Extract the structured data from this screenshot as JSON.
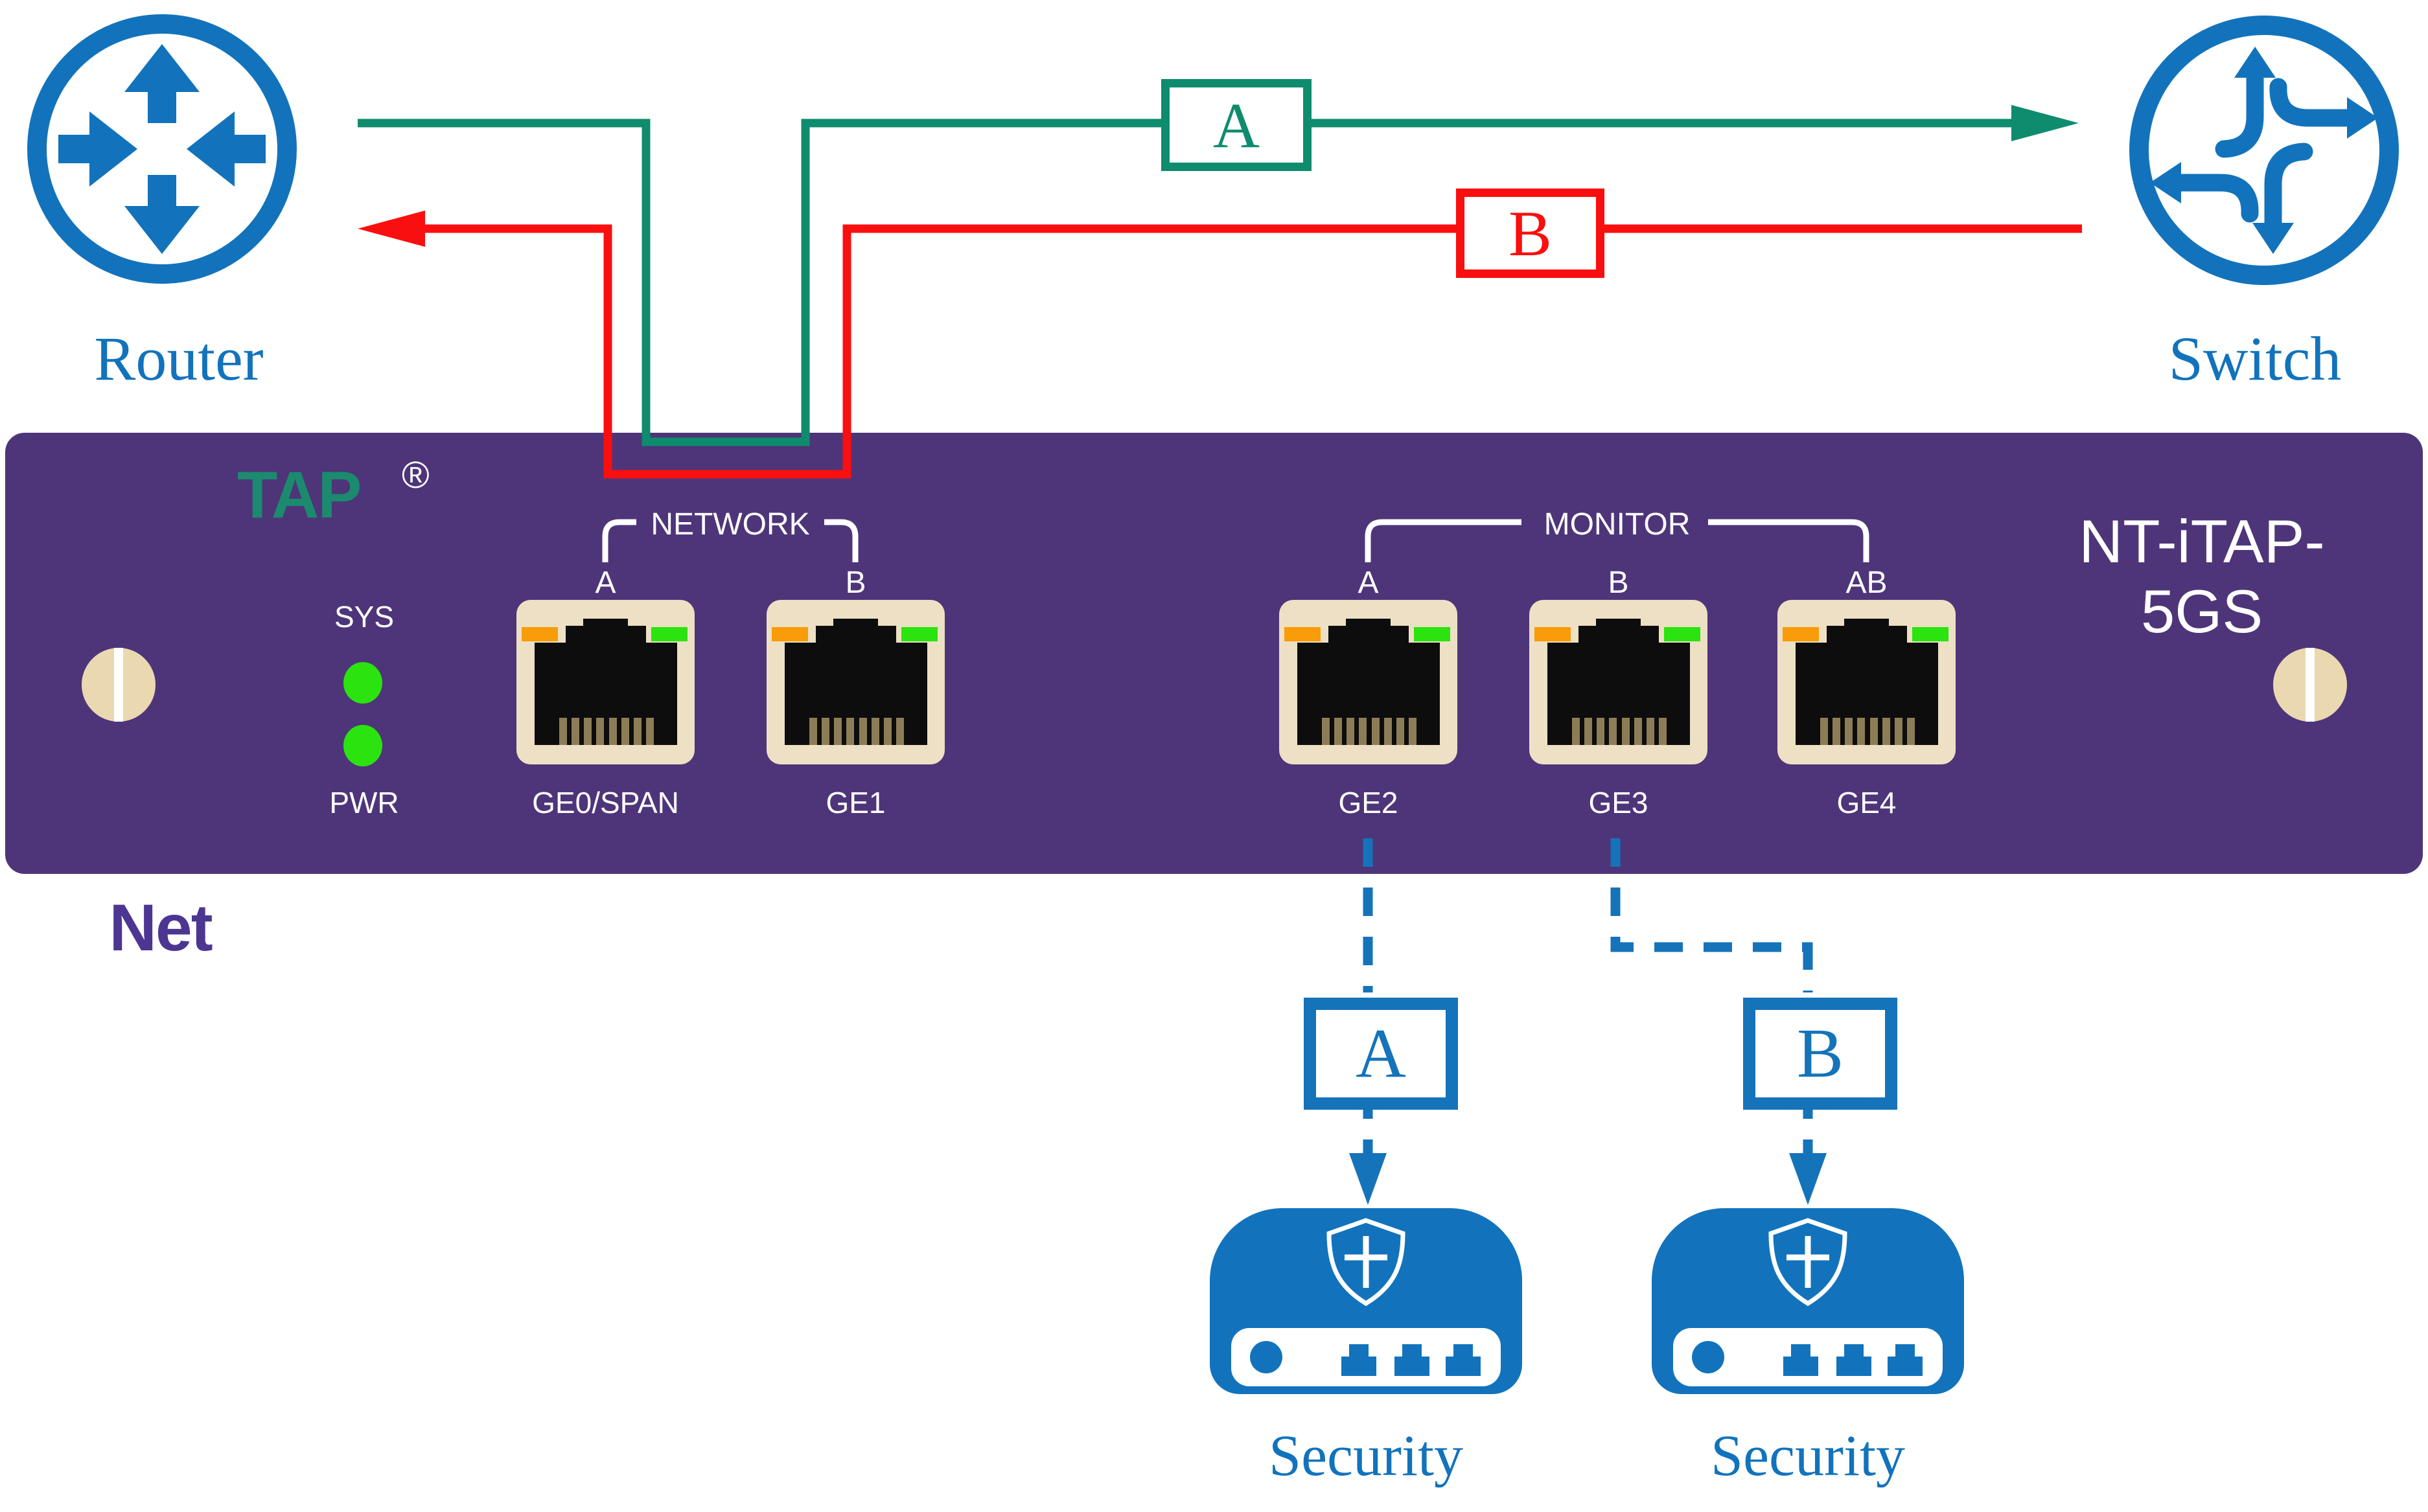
{
  "palette": {
    "blue": "#1273bc",
    "teal_green": "#0e8c6d",
    "red": "#f90f0f",
    "panel_purple": "#4e3579",
    "logo_purple": "#4d3691",
    "logo_teal": "#1b8a6e",
    "port_beige": "#eee0c4",
    "screw_beige": "#ead9b0",
    "led_orange": "#f89c0a",
    "led_green": "#2be30e",
    "pin_gold": "#8d7d57",
    "jack_black": "#0d0d0d",
    "white": "#ffffff"
  },
  "top": {
    "router_label": "Router",
    "switch_label": "Switch",
    "flow_a_label": "A",
    "flow_b_label": "B"
  },
  "panel": {
    "logo_net": "Net",
    "logo_tap": "TAP",
    "logo_reg": "®",
    "model": "NT-iTAP-5GS",
    "sys_label": "SYS",
    "pwr_label": "PWR",
    "network_label": "NETWORK",
    "monitor_label": "MONITOR",
    "ports": [
      {
        "top": "A",
        "bottom": "GE0/SPAN"
      },
      {
        "top": "B",
        "bottom": "GE1"
      },
      {
        "top": "A",
        "bottom": "GE2"
      },
      {
        "top": "B",
        "bottom": "GE3"
      },
      {
        "top": "AB",
        "bottom": "GE4"
      }
    ]
  },
  "bottom": {
    "tap_a_label": "A",
    "tap_b_label": "B",
    "security_left_label": "Security",
    "security_right_label": "Security"
  }
}
